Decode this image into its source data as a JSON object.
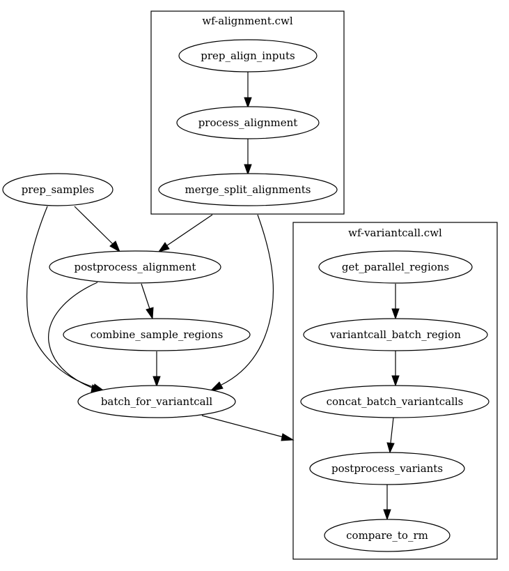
{
  "clusters": {
    "alignment": {
      "label": "wf-alignment.cwl"
    },
    "variantcall": {
      "label": "wf-variantcall.cwl"
    }
  },
  "nodes": {
    "prep_align_inputs": "prep_align_inputs",
    "process_alignment": "process_alignment",
    "merge_split_alignments": "merge_split_alignments",
    "prep_samples": "prep_samples",
    "postprocess_alignment": "postprocess_alignment",
    "combine_sample_regions": "combine_sample_regions",
    "batch_for_variantcall": "batch_for_variantcall",
    "get_parallel_regions": "get_parallel_regions",
    "variantcall_batch_region": "variantcall_batch_region",
    "concat_batch_variantcalls": "concat_batch_variantcalls",
    "postprocess_variants": "postprocess_variants",
    "compare_to_rm": "compare_to_rm"
  },
  "edges": [
    {
      "from": "prep_align_inputs",
      "to": "process_alignment"
    },
    {
      "from": "process_alignment",
      "to": "merge_split_alignments"
    },
    {
      "from": "prep_samples",
      "to": "postprocess_alignment"
    },
    {
      "from": "prep_samples",
      "to": "batch_for_variantcall"
    },
    {
      "from": "cluster:wf-alignment.cwl",
      "to": "postprocess_alignment"
    },
    {
      "from": "cluster:wf-alignment.cwl",
      "to": "batch_for_variantcall"
    },
    {
      "from": "postprocess_alignment",
      "to": "combine_sample_regions"
    },
    {
      "from": "postprocess_alignment",
      "to": "batch_for_variantcall"
    },
    {
      "from": "combine_sample_regions",
      "to": "batch_for_variantcall"
    },
    {
      "from": "batch_for_variantcall",
      "to": "cluster:wf-variantcall.cwl"
    },
    {
      "from": "get_parallel_regions",
      "to": "variantcall_batch_region"
    },
    {
      "from": "variantcall_batch_region",
      "to": "concat_batch_variantcalls"
    },
    {
      "from": "concat_batch_variantcalls",
      "to": "postprocess_variants"
    },
    {
      "from": "postprocess_variants",
      "to": "compare_to_rm"
    }
  ]
}
